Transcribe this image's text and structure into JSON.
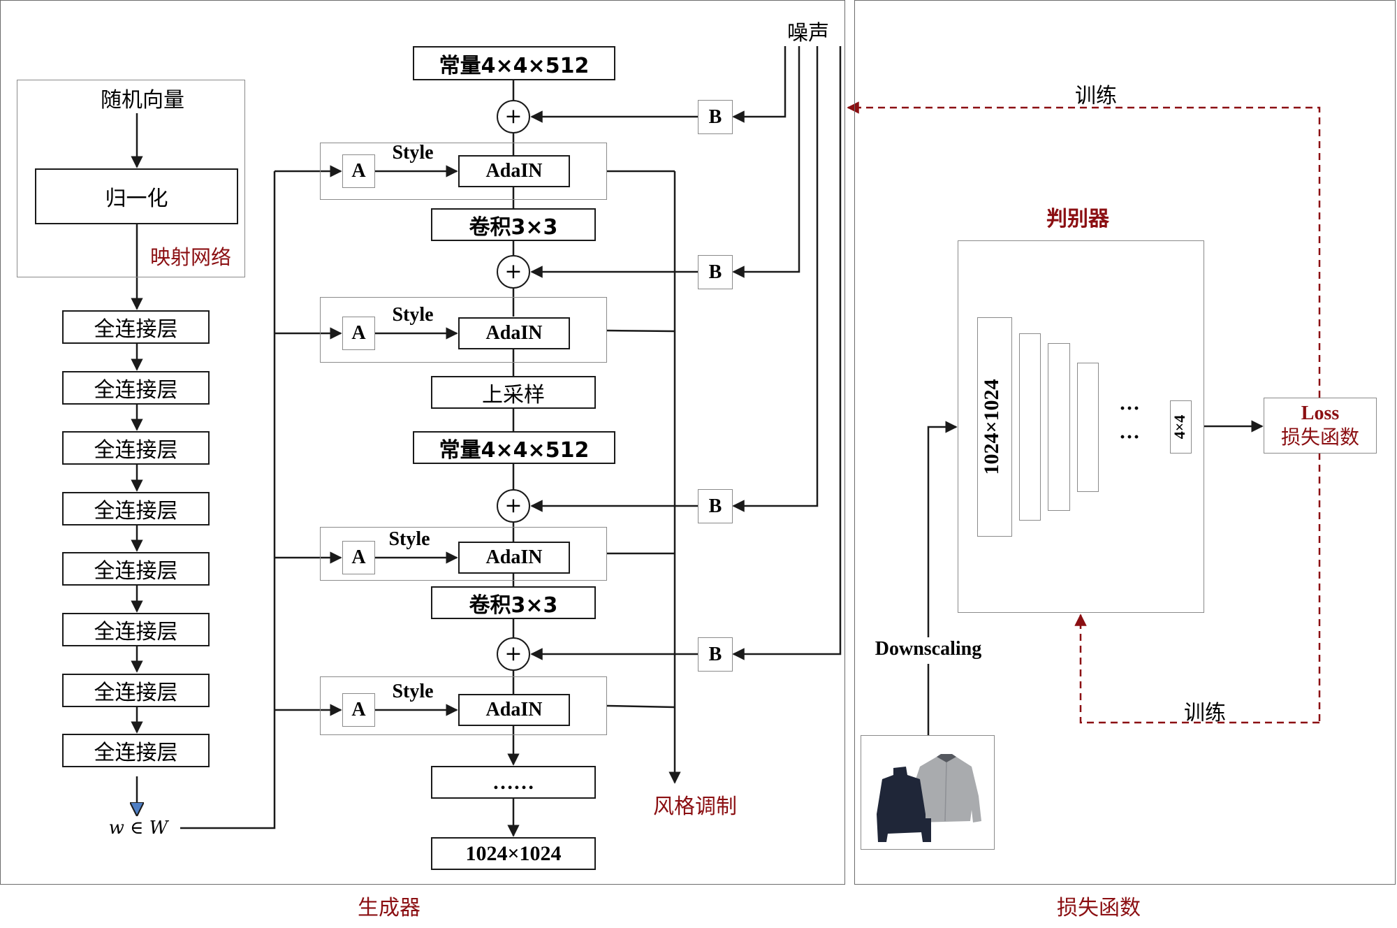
{
  "generator": {
    "caption": "生成器",
    "mapping_network": {
      "input_label": "随机向量",
      "normalize_label": "归一化",
      "network_label": "映射网络",
      "fc_layers": [
        "全连接层",
        "全连接层",
        "全连接层",
        "全连接层",
        "全连接层",
        "全连接层",
        "全连接层",
        "全连接层"
      ],
      "latent_label": "w ∈ W"
    },
    "synthesis": {
      "const_label": "常量4×4×512",
      "conv_label": "卷积3×3",
      "upsample_label": "上采样",
      "const2_label": "常量4×4×512",
      "conv2_label": "卷积3×3",
      "ellipsis_label": "……",
      "output_label": "1024×1024",
      "adain_label": "AdaIN",
      "style_label": "Style",
      "affine_label": "A",
      "noise_scale_label": "B",
      "add_symbol": "+",
      "noise_label": "噪声",
      "style_modulation_label": "风格调制"
    }
  },
  "loss_panel": {
    "caption": "损失函数",
    "discriminator_label": "判别器",
    "input_res_label": "1024×1024",
    "final_res_label": "4×4",
    "dots_label": "···",
    "loss_title": "Loss",
    "loss_subtitle": "损失函数",
    "downscaling_label": "Downscaling",
    "train_label_top": "训练",
    "train_label_bottom": "训练",
    "image_alt": "clothing-sample-image"
  },
  "colors": {
    "accent_red": "#8b0f12",
    "line": "#1a1a1a",
    "border_gray": "#8a8a8a",
    "arrow_blue": "#4f7fc4"
  }
}
